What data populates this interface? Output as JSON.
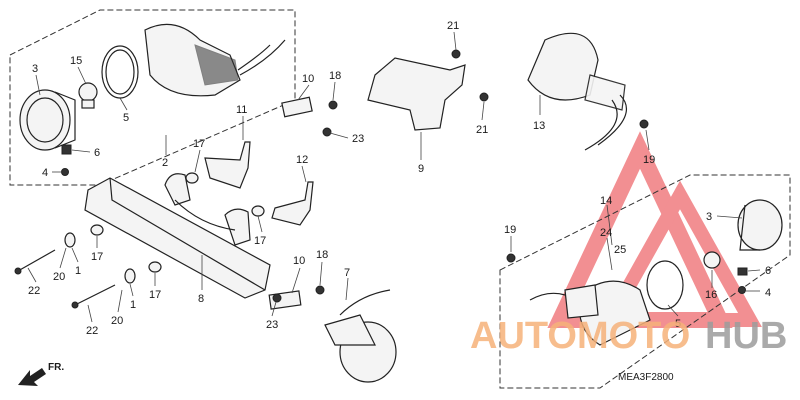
{
  "diagram": {
    "code": "MEA3F2800",
    "front_label": "FR.",
    "watermark": {
      "part1": "AUTOMOTO",
      "part2": "HUB",
      "accent": "#e8343a",
      "orange": "#f5a25d",
      "gray": "#8a8a8a"
    },
    "callouts": {
      "c3a": "3",
      "c15": "15",
      "c5a": "5",
      "c6a": "6",
      "c4a": "4",
      "c2": "2",
      "c17a": "17",
      "c11": "11",
      "c10a": "10",
      "c18a": "18",
      "c23a": "23",
      "c21a": "21",
      "c21b": "21",
      "c9": "9",
      "c13": "13",
      "c19a": "19",
      "c12": "12",
      "c17b": "17",
      "c22a": "22",
      "c20a": "20",
      "c1a": "1",
      "c17c": "17",
      "c22b": "22",
      "c20b": "20",
      "c1b": "1",
      "c17d": "17",
      "c8": "8",
      "c10b": "10",
      "c18b": "18",
      "c7": "7",
      "c23b": "23",
      "c14": "14",
      "c24": "24",
      "c25": "25",
      "c19b": "19",
      "c5b": "5",
      "c3b": "3",
      "c6b": "6",
      "c4b": "4",
      "c16": "16"
    }
  }
}
